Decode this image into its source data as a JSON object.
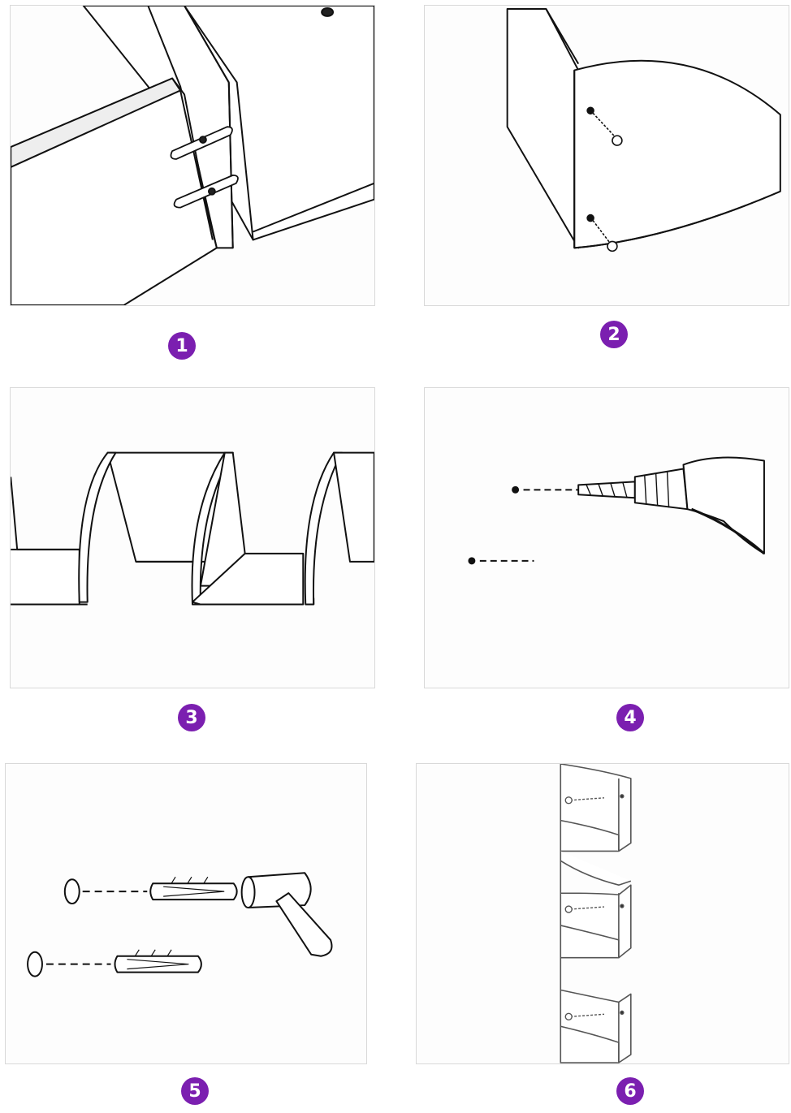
{
  "accent_color": "#7b1fb0",
  "steps": [
    {
      "number": "1",
      "icon": "dowel-joint-icon"
    },
    {
      "number": "2",
      "icon": "screw-fixing-icon"
    },
    {
      "number": "3",
      "icon": "assembled-shelf-units-icon"
    },
    {
      "number": "4",
      "icon": "drill-icon"
    },
    {
      "number": "5",
      "icon": "wall-anchor-hammer-icon"
    },
    {
      "number": "6",
      "icon": "mounted-corner-shelf-icon"
    }
  ]
}
